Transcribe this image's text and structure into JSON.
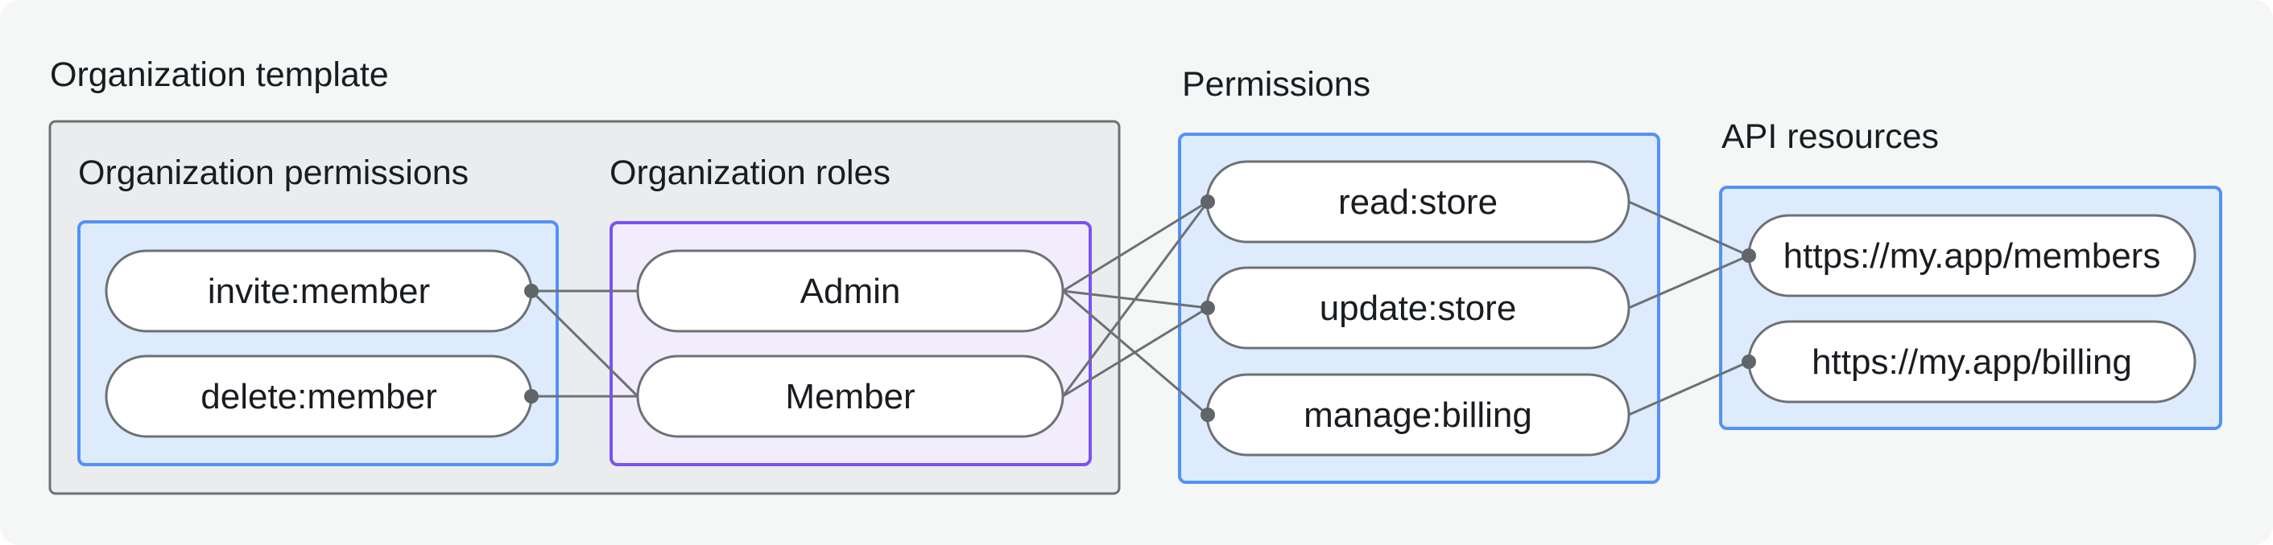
{
  "diagram_title": "Organization template",
  "colors": {
    "canvas_background": "#f5f6f6",
    "gray_group_fill": "#ebeced",
    "gray_group_border": "#6d7175",
    "blue_group_fill": "#ddebfc",
    "blue_group_border": "#5292f8",
    "purple_group_fill": "#f2edfc",
    "purple_group_border": "#7a53f6",
    "node_fill": "#ffffff",
    "node_border": "#6d7175",
    "edge_line": "#6d7175",
    "junction_dot": "#616569",
    "text": "#191c20"
  },
  "org_template": {
    "title": "Organization template",
    "permissions": {
      "title": "Organization permissions",
      "items": [
        "invite:member",
        "delete:member"
      ]
    },
    "roles": {
      "title": "Organization roles",
      "items": [
        "Admin",
        "Member"
      ]
    }
  },
  "permissions": {
    "title": "Permissions",
    "items": [
      "read:store",
      "update:store",
      "manage:billing"
    ]
  },
  "api_resources": {
    "title": "API resources",
    "items": [
      "https://my.app/members",
      "https://my.app/billing"
    ]
  },
  "edges": [
    {
      "from": "invite:member",
      "to": "Admin"
    },
    {
      "from": "invite:member",
      "to": "Member"
    },
    {
      "from": "delete:member",
      "to": "Member"
    },
    {
      "from": "Admin",
      "to": "read:store"
    },
    {
      "from": "Admin",
      "to": "update:store"
    },
    {
      "from": "Admin",
      "to": "manage:billing"
    },
    {
      "from": "Member",
      "to": "read:store"
    },
    {
      "from": "Member",
      "to": "update:store"
    },
    {
      "from": "read:store",
      "to": "https://my.app/members"
    },
    {
      "from": "update:store",
      "to": "https://my.app/members"
    },
    {
      "from": "manage:billing",
      "to": "https://my.app/billing"
    }
  ]
}
